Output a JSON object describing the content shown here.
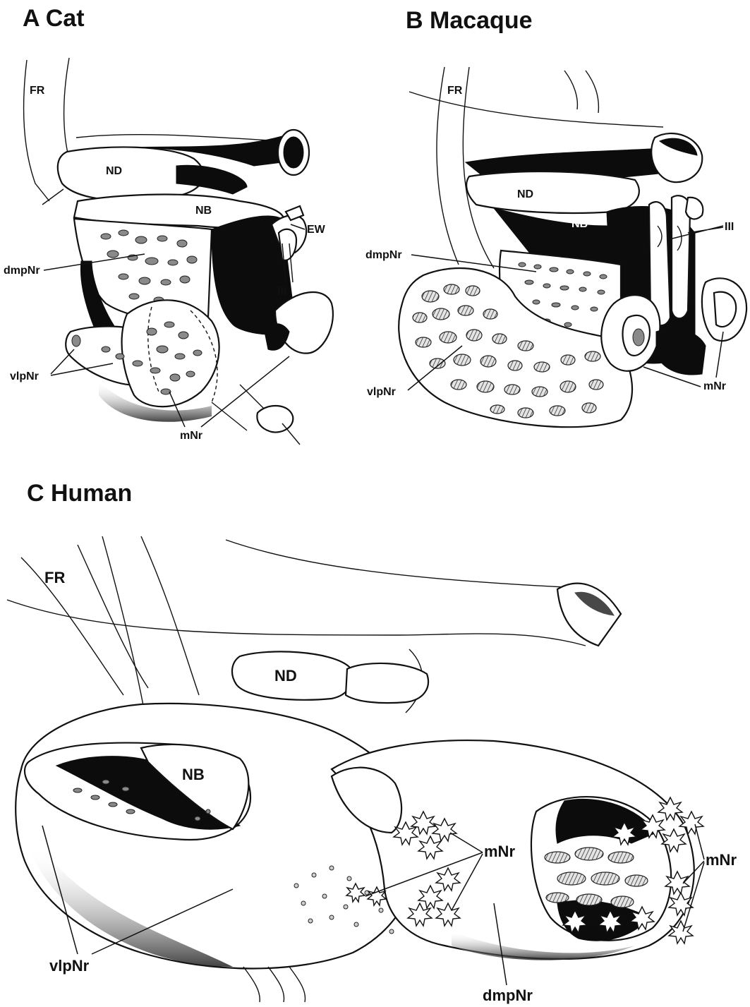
{
  "panels": [
    {
      "title": "A Cat",
      "labels": {
        "fr": "FR",
        "nd": "ND",
        "nb": "NB",
        "ew": "EW",
        "iii": "III",
        "dmpnr": "dmpNr",
        "vlpnr": "vlpNr",
        "mnr": "mNr"
      }
    },
    {
      "title": "B Macaque",
      "labels": {
        "fr": "FR",
        "nd": "ND",
        "nb": "NB",
        "iii": "III",
        "dmpnr": "dmpNr",
        "vlpnr": "vlpNr",
        "mnr": "mNr"
      }
    },
    {
      "title": "C Human",
      "labels": {
        "fr": "FR",
        "nd": "ND",
        "nb": "NB",
        "mnr_left": "mNr",
        "mnr_right": "mNr",
        "vlpnr": "vlpNr",
        "dmpnr": "dmpNr"
      }
    }
  ]
}
